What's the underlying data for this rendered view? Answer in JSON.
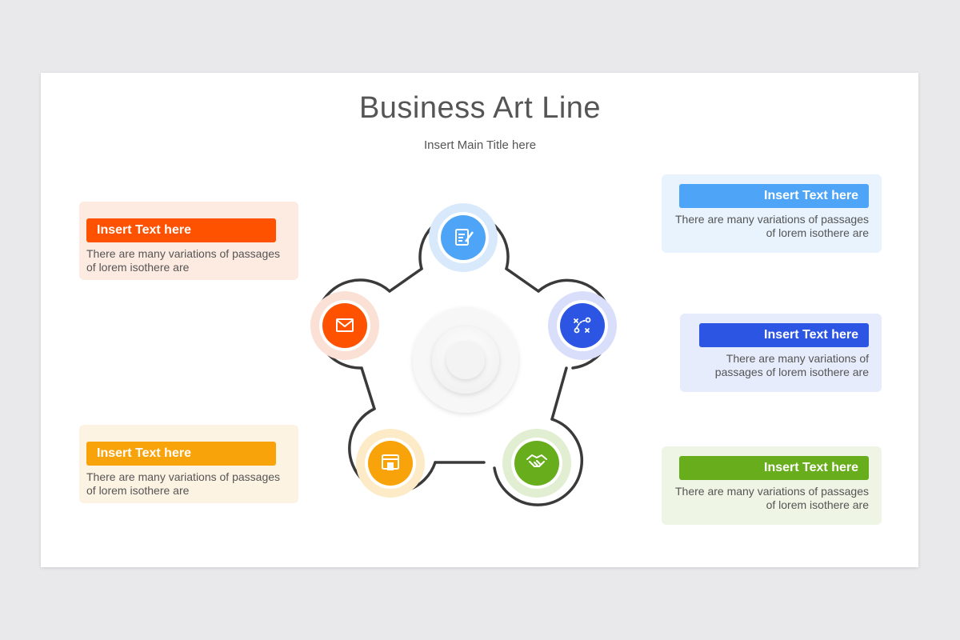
{
  "title": "Business Art Line",
  "subtitle": "Insert Main Title here",
  "items": [
    {
      "heading": "Insert Text here",
      "line1": "There are many variations of passages",
      "line2": "of lorem isothere are",
      "color": "#fe5200",
      "bg": "#fdebe2",
      "icon": "envelope-icon"
    },
    {
      "heading": "Insert Text here",
      "line1": "There are many variations of passages",
      "line2": "of lorem isothere are",
      "color": "#f9a30a",
      "bg": "#fdf3e3",
      "icon": "website-icon"
    },
    {
      "heading": "Insert Text here",
      "line1": "There are many variations of passages",
      "line2": "of lorem isothere are",
      "color": "#4ea4f6",
      "bg": "#e8f3fd",
      "icon": "document-edit-icon"
    },
    {
      "heading": "Insert Text here",
      "line1": "There are many variations of",
      "line2": "passages of lorem isothere are",
      "color": "#2c55e4",
      "bg": "#e6ecfb",
      "icon": "strategy-icon"
    },
    {
      "heading": "Insert Text here",
      "line1": "There are many variations of passages",
      "line2": "of lorem isothere are",
      "color": "#67ad1c",
      "bg": "#eef5e5",
      "icon": "handshake-icon"
    }
  ]
}
